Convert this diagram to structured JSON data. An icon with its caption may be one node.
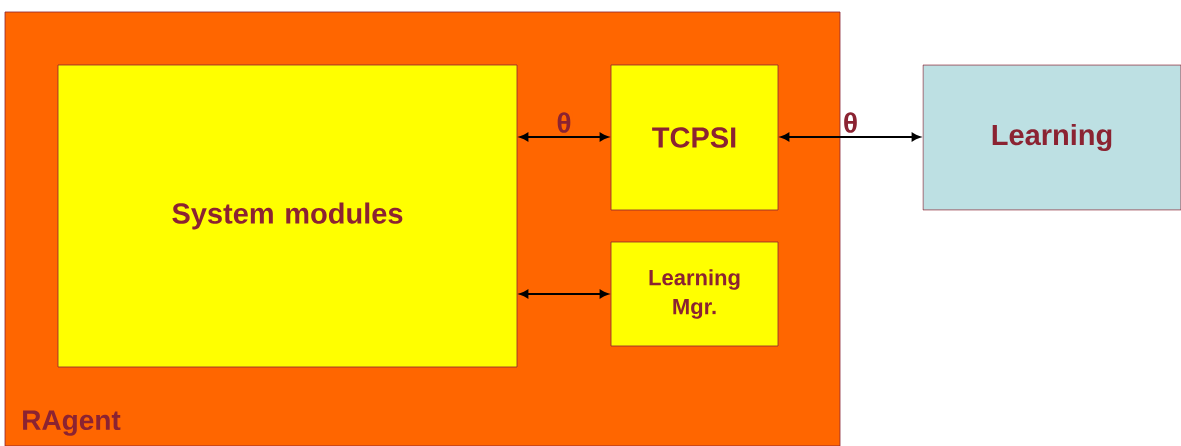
{
  "diagram": {
    "nodes": [
      {
        "text": [
          "RAgent"
        ]
      },
      {
        "text": [
          "System modules"
        ],
        "in": 0
      },
      {
        "text": [
          "TCPSI"
        ],
        "in": 0
      },
      {
        "text": [
          "Learning Mgr."
        ],
        "in": 0
      },
      {
        "text": [
          "Learning"
        ]
      }
    ],
    "edges": [
      {
        "from": 1,
        "to": 2,
        "arrow": "both",
        "label": "θ"
      },
      {
        "from": 2,
        "to": 4,
        "arrow": "both",
        "label": "θ"
      },
      {
        "from": 1,
        "to": 3,
        "arrow": "both"
      }
    ]
  }
}
